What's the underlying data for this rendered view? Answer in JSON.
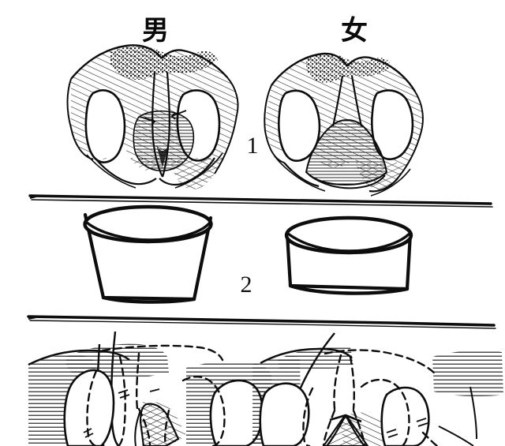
{
  "figure": {
    "title_visible": false,
    "background_color": "#ffffff",
    "ink_color": "#0d0d0d",
    "columns": [
      {
        "id": "male",
        "label": "男"
      },
      {
        "id": "female",
        "label": "女"
      }
    ],
    "rows": [
      {
        "number": "1",
        "name": "pelvic-inlet-view",
        "description_visible": false
      },
      {
        "number": "2",
        "name": "pelvic-cavity-shape",
        "description_visible": false
      },
      {
        "number": "",
        "name": "subpubic-arch-view",
        "description_visible": false
      }
    ],
    "dividers": [
      {
        "name": "divider-row1-row2"
      },
      {
        "name": "divider-row2-row3"
      }
    ]
  }
}
